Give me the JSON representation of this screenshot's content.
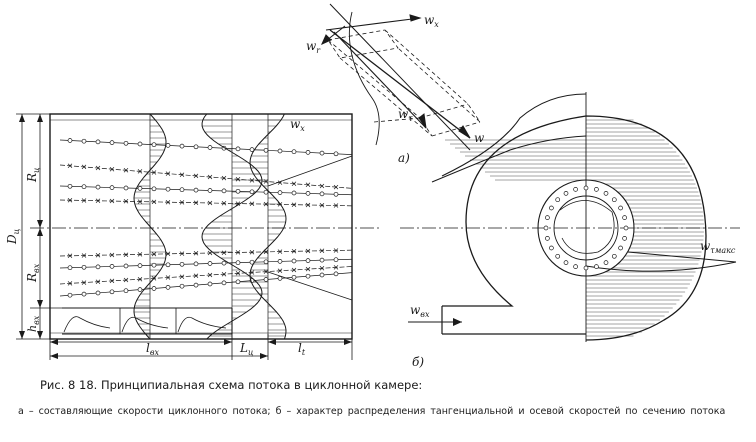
{
  "labels": {
    "wx_vec": "w",
    "wx_vec_sub": "x",
    "wr": "w",
    "wr_sub": "r",
    "wtau": "w",
    "wtau_sub": "τ",
    "w": "w",
    "part_a": "а)",
    "part_b": "б)",
    "wx_profile": "w",
    "wx_profile_sub": "x",
    "Dc": "D",
    "Dc_sub": "ц",
    "Rc": "R",
    "Rc_sub": "ц",
    "Rvh": "R",
    "Rvh_sub": "вх",
    "hvh": "h",
    "hvh_sub": "вх",
    "lvh": "l",
    "lvh_sub": "вх",
    "Lc": "L",
    "Lc_sub": "ц",
    "lt": "l",
    "lt_sub": "t",
    "wtmax": "w",
    "wtmax_sub": "τмакс",
    "winlet": "w",
    "winlet_sub": "вх"
  },
  "caption": {
    "title": "Рис. 8 18. Принципиальная схема потока в циклонной камере:",
    "legend": "а – составляющие скорости циклонного потока; б – характер распределения тангенциальной и осевой скоростей по сечению потока"
  }
}
